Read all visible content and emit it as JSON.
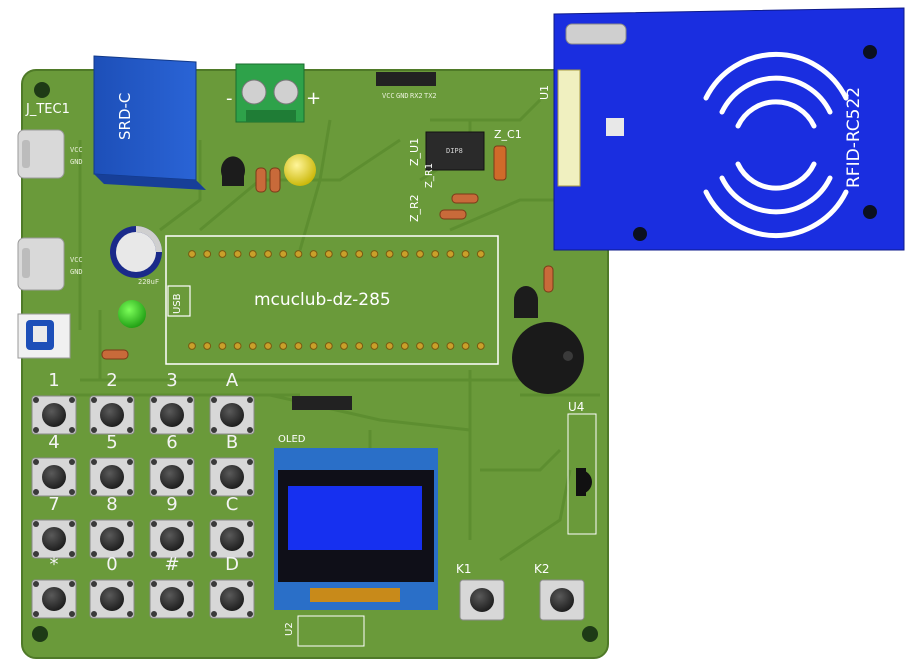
{
  "board": {
    "title": "mcuclub-dz-285",
    "colors": {
      "pcb": "#6a9a3a",
      "trace": "#5a8a2e",
      "rfid": "#1a2ee0",
      "oled_screen": "#1630f0",
      "oled_board": "#2a6fc8"
    },
    "connectors": {
      "j_tec1": "J_TEC1",
      "vcc": "VCC",
      "gnd": "GND",
      "uart_pins": [
        "VCC",
        "GND",
        "RX2",
        "TX2"
      ]
    },
    "relay": {
      "label": "SRD-C"
    },
    "terminal": {
      "minus": "-",
      "plus": "+"
    },
    "components": {
      "u1": "U1",
      "z_u1": "Z_U1",
      "z_c1": "Z_C1",
      "z_r2": "Z_R2",
      "z_r1": "Z_R1",
      "u4": "U4",
      "u2": "U2",
      "oled": "OLED",
      "usb": "USB",
      "cap": "220uF",
      "dip": "DIP8",
      "k1": "K1",
      "k2": "K2"
    },
    "rfid": {
      "label": "RFID-RC522"
    },
    "keypad": {
      "rows": [
        [
          "1",
          "2",
          "3",
          "A"
        ],
        [
          "4",
          "5",
          "6",
          "B"
        ],
        [
          "7",
          "8",
          "9",
          "C"
        ],
        [
          "*",
          "0",
          "#",
          "D"
        ]
      ]
    }
  }
}
